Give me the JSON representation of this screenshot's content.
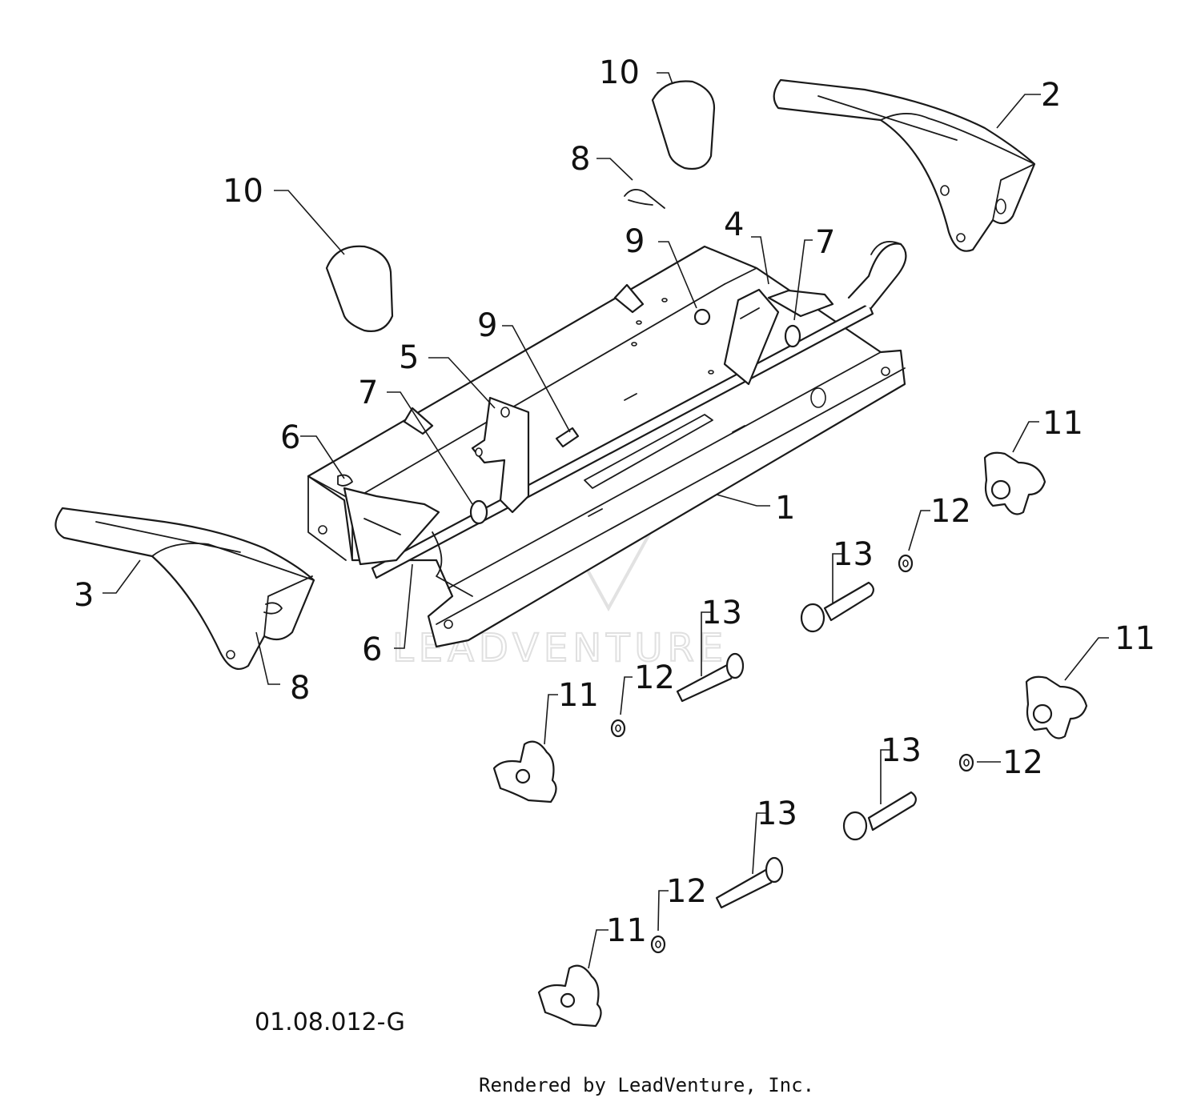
{
  "diagram": {
    "callouts": {
      "c1": "1",
      "c2": "2",
      "c3": "3",
      "c4": "4",
      "c5": "5",
      "c6a": "6",
      "c6b": "6",
      "c7a": "7",
      "c7b": "7",
      "c8a": "8",
      "c8b": "8",
      "c9a": "9",
      "c9b": "9",
      "c10a": "10",
      "c10b": "10",
      "c11a": "11",
      "c11b": "11",
      "c11c": "11",
      "c11d": "11",
      "c12a": "12",
      "c12b": "12",
      "c12c": "12",
      "c12d": "12",
      "c13a": "13",
      "c13b": "13",
      "c13c": "13",
      "c13d": "13"
    },
    "drawing_code": "01.08.012-G",
    "watermark": "LEADVENTURE",
    "footer": "Rendered by LeadVenture, Inc."
  }
}
